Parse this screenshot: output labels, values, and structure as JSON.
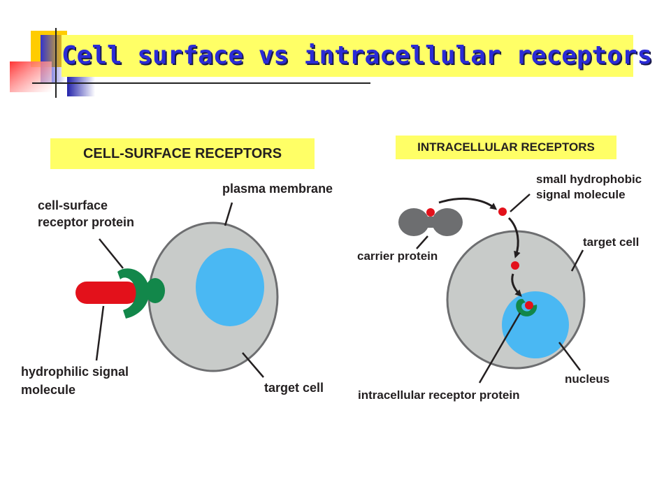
{
  "title": "Cell surface vs intracellular receptors",
  "left_panel": {
    "header": "CELL-SURFACE RECEPTORS",
    "labels": {
      "plasma_membrane": "plasma membrane",
      "receptor_protein_1": "cell-surface",
      "receptor_protein_2": "receptor protein",
      "signal_molecule_1": "hydrophilic signal",
      "signal_molecule_2": "molecule",
      "target_cell": "target cell"
    }
  },
  "right_panel": {
    "header": "INTRACELLULAR RECEPTORS",
    "labels": {
      "hydrophobic_1": "small hydrophobic",
      "hydrophobic_2": "signal molecule",
      "carrier_protein": "carrier protein",
      "target_cell": "target cell",
      "nucleus": "nucleus",
      "intracellular_receptor": "intracellular receptor protein"
    }
  },
  "colors": {
    "title_text": "#2b2bd6",
    "highlight": "#ffff66",
    "cell_fill": "#c8cbc9",
    "cell_outline": "#6d6e70",
    "nucleus": "#4ab8f3",
    "receptor": "#12874a",
    "signal_molecule": "#e3111b",
    "carrier_protein": "#6d6e70"
  }
}
